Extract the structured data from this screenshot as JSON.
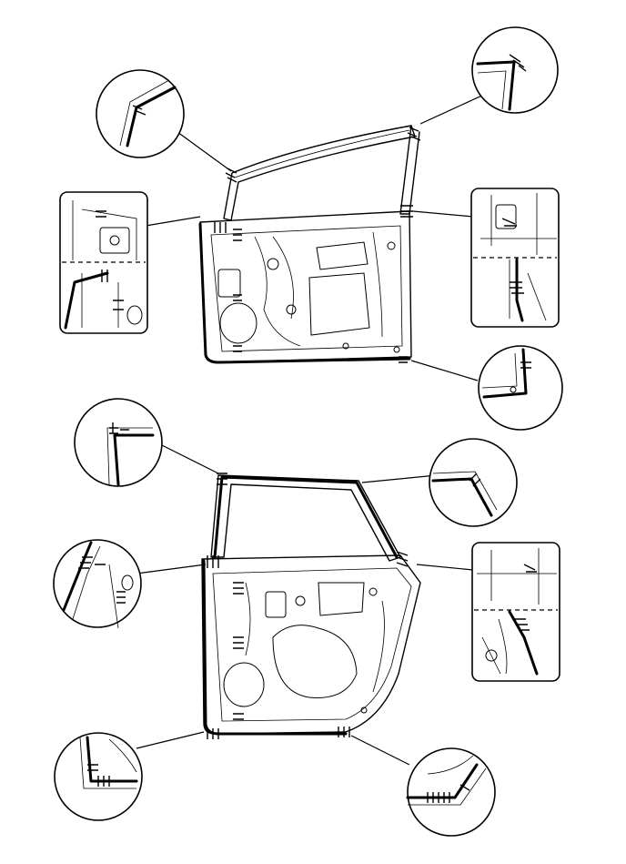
{
  "diagram": {
    "colors": {
      "line": "#000000",
      "background": "#ffffff"
    },
    "parts": [
      "front-door",
      "rear-door"
    ],
    "detail_views": {
      "front_door": [
        "upper-front-corner",
        "upper-rear-corner",
        "front-pillar-section",
        "rear-latch-section",
        "lower-rear-corner"
      ],
      "rear_door": [
        "upper-front-corner",
        "upper-rear-corner",
        "front-hinge-section",
        "rear-latch-section",
        "lower-front-corner",
        "lower-rear-corner"
      ]
    }
  }
}
